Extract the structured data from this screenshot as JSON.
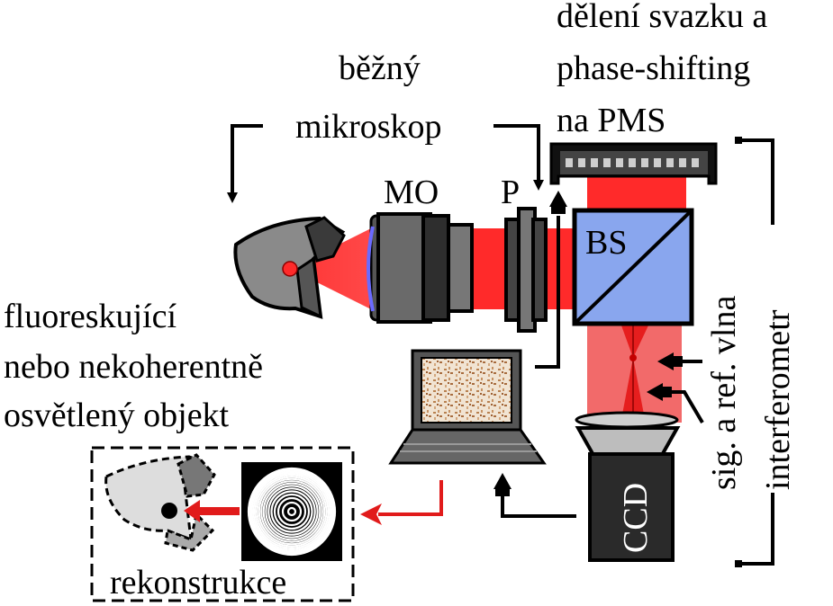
{
  "labels": {
    "conventional_microscope": [
      "běžný",
      "mikroskop"
    ],
    "splitting": [
      "dělení svazku a",
      "phase-shifting",
      "na PMS"
    ],
    "objective": "MO",
    "polarizer": "P",
    "beamsplitter": "BS",
    "object": [
      "fluoreskující",
      "nebo nekoherentně",
      "osvětlený objekt"
    ],
    "waves": "sig. a ref. vlna",
    "interferometer": "interferometr",
    "camera": "CCD",
    "reconstruction": "rekonstrukce"
  },
  "colors": {
    "beam": "#ff2a2a",
    "beam_light": "#f26a6a",
    "cube": "#89a6ee",
    "arrow_red": "#e11b1b",
    "body_gray": "#8a8a8a",
    "dark_gray": "#3a3a3a",
    "light_gray": "#d0d0d0"
  },
  "icons": {
    "object": "skull-shaped-object",
    "computer": "laptop-icon",
    "camera": "ccd-camera-icon",
    "hologram": "fresnel-zone-hologram-icon"
  }
}
